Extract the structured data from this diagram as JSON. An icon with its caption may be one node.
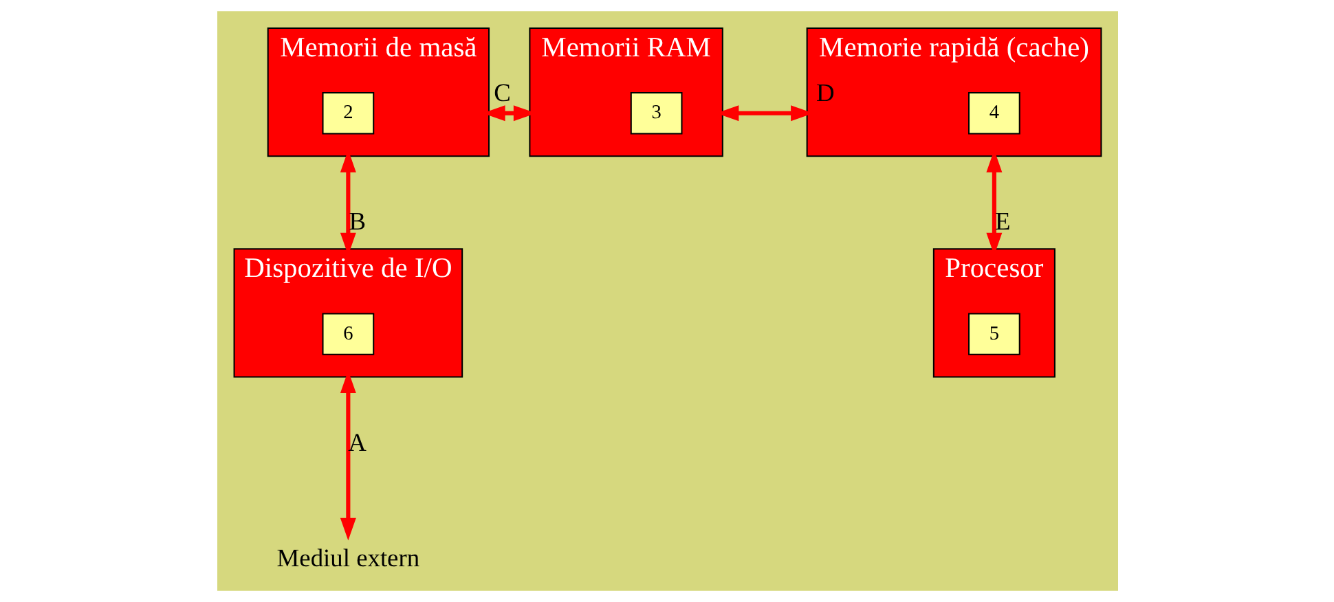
{
  "diagram": {
    "nodes": [
      {
        "text": [
          "Memorii de masă"
        ]
      },
      {
        "text": [
          "2"
        ],
        "in": 0
      },
      {
        "text": [
          "Memorii RAM"
        ]
      },
      {
        "text": [
          "3"
        ],
        "in": 2
      },
      {
        "text": [
          "Memorie rapidă (cache)"
        ]
      },
      {
        "text": [
          "4"
        ],
        "in": 4
      },
      {
        "text": [
          "Procesor"
        ]
      },
      {
        "text": [
          "5"
        ],
        "in": 6
      },
      {
        "text": [
          "Dispozitive de I/O"
        ]
      },
      {
        "text": [
          "6"
        ],
        "in": 8
      },
      {
        "text": [
          "Mediul extern"
        ]
      }
    ],
    "edges": [
      {
        "from": 0,
        "to": 2,
        "arrow": "both",
        "label": "C"
      },
      {
        "from": 2,
        "to": 4,
        "arrow": "both",
        "label": "D"
      },
      {
        "from": 0,
        "to": 8,
        "arrow": "both",
        "label": "B"
      },
      {
        "from": 4,
        "to": 6,
        "arrow": "both",
        "label": "E"
      },
      {
        "from": 8,
        "to": 10,
        "arrow": "both",
        "label": "A"
      }
    ]
  }
}
